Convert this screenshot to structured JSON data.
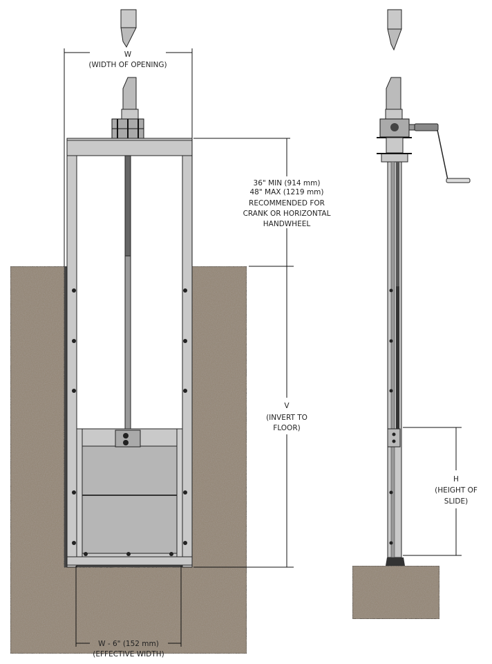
{
  "front_view": {
    "width_label": "W",
    "width_sublabel": "(WIDTH OF OPENING)",
    "operator_height_lines": [
      "36\" MIN (914 mm)",
      "48\" MAX (1219 mm)",
      "RECOMMENDED FOR",
      "CRANK OR HORIZONTAL",
      "HANDWHEEL"
    ],
    "invert_label": "V",
    "invert_sublabel_1": "(INVERT TO",
    "invert_sublabel_2": "FLOOR)",
    "effective_width_label": "W - 6\" (152 mm)",
    "effective_width_sublabel": "(EFFECTIVE WIDTH)"
  },
  "side_view": {
    "height_label": "H",
    "height_sublabel_1": "(HEIGHT OF",
    "height_sublabel_2": "SLIDE)"
  },
  "colors": {
    "concrete": "#8c7f71",
    "metal": "#c9c9c9",
    "slide": "#b6b6b6"
  }
}
